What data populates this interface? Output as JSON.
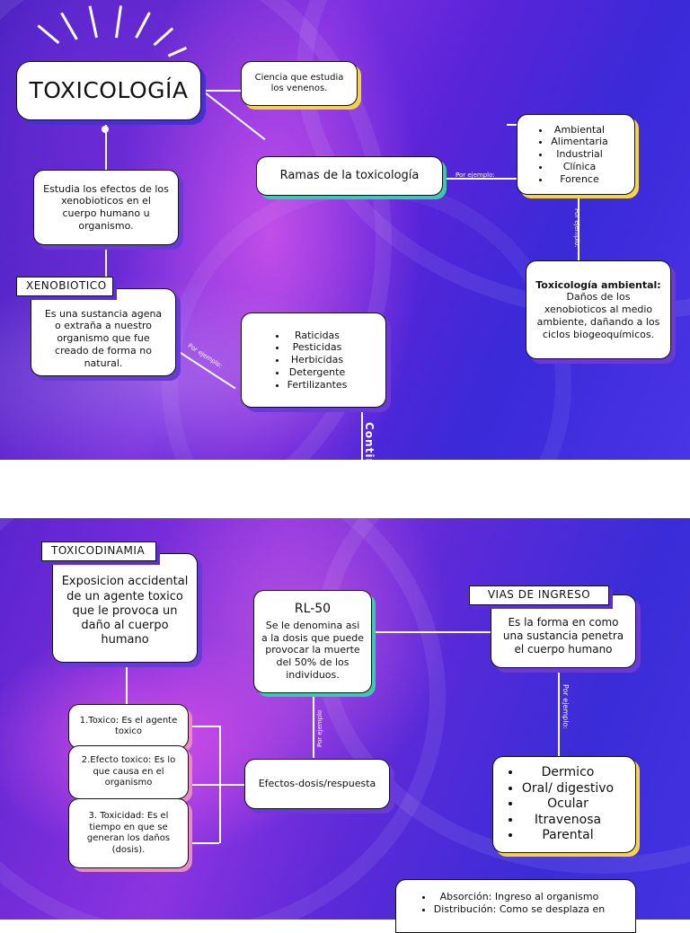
{
  "title": "TOXICOLOGÍA",
  "definition": "Ciencia que estudia los venenos.",
  "ramas": {
    "label": "Ramas de la toxicología",
    "por_ejemplo": "Por ejemplo:",
    "items": [
      "Ambiental",
      "Alimentaria",
      "Industrial",
      "Clínica",
      "Forence"
    ]
  },
  "estudia": "Estudia los efectos de los xenobioticos en el cuerpo humano u organismo.",
  "xenobiotico": {
    "label": "XENOBIOTICO",
    "def": "Es una sustancia agena o extraña a nuestro organismo que fue creado de forma no natural.",
    "por_ejemplo": "Por ejemplo:",
    "items": [
      "Raticidas",
      "Pesticidas",
      "Herbicidas",
      "Detergente",
      "Fertilizantes"
    ]
  },
  "ambiental": {
    "por_ejemplo": "Por ejemplo:",
    "bold": "Toxicología ambiental:",
    "text": "Daños de los xenobioticos al medio ambiente, dañando a los ciclos biogeoquímicos."
  },
  "continuacion": "Continuación",
  "toxicodinamia": {
    "label": "TOXICODINAMIA",
    "def": "Exposicion accidental de un agente toxico que le provoca un daño al cuerpo humano",
    "items": [
      "1.Toxico: Es el agente toxico",
      "2.Efecto toxico: Es lo que causa en el organismo",
      "3. Toxicidad: Es el tiempo en que se generan los daños (dosis)."
    ]
  },
  "rl50": {
    "title": "RL-50",
    "text": "Se le denomina asi a la dosis que puede provocar la muerte del 50% de los individuos.",
    "por_ejemplo": "Por ejemplo"
  },
  "efectos": "Efectos-dosis/respuesta",
  "vias": {
    "label": "VIAS DE INGRESO",
    "def": "Es la forma en como una sustancia penetra el cuerpo humano",
    "por_ejemplo": "Por ejemplo:",
    "items": [
      "Dermico",
      "Oral/ digestivo",
      "Ocular",
      "Itravenosa",
      "Parental"
    ]
  },
  "toxicocinetica": {
    "items": [
      "Absorción: Ingreso al organismo",
      "Distribución: Como se desplaza en"
    ]
  }
}
